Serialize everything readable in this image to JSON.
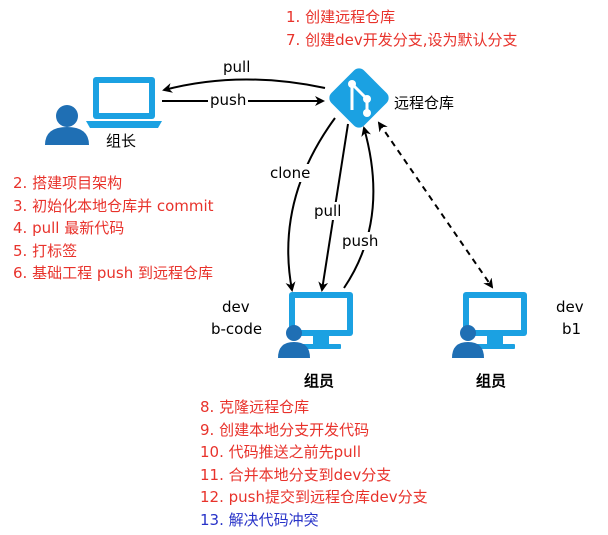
{
  "nodes": {
    "leader": {
      "label": "组长"
    },
    "remote": {
      "label": "远程仓库"
    },
    "member_left": {
      "label": "组员",
      "branch_line1": "dev",
      "branch_line2": "b-code"
    },
    "member_right": {
      "label": "组员",
      "branch_line1": "dev",
      "branch_line2": "b1"
    }
  },
  "edges": {
    "pull_top": "pull",
    "push_top": "push",
    "clone": "clone",
    "pull_mid": "pull",
    "push_mid": "push"
  },
  "notes": {
    "remote": [
      "1. 创建远程仓库",
      "7. 创建dev开发分支,设为默认分支"
    ],
    "leader": [
      "2. 搭建项目架构",
      "3. 初始化本地仓库并 commit",
      "4. pull 最新代码",
      "5. 打标签",
      "6. 基础工程 push 到远程仓库"
    ],
    "member": [
      "8. 克隆远程仓库",
      "9. 创建本地分支开发代码",
      "10. 代码推送之前先pull",
      "11. 合并本地分支到dev分支",
      "12. push提交到远程仓库dev分支"
    ],
    "member_last": "13. 解决代码冲突"
  },
  "colors": {
    "step_red": "#e8322b",
    "step_blue": "#2833c8",
    "icon_blue": "#1ba1e2",
    "person_blue": "#1f6fb4"
  }
}
